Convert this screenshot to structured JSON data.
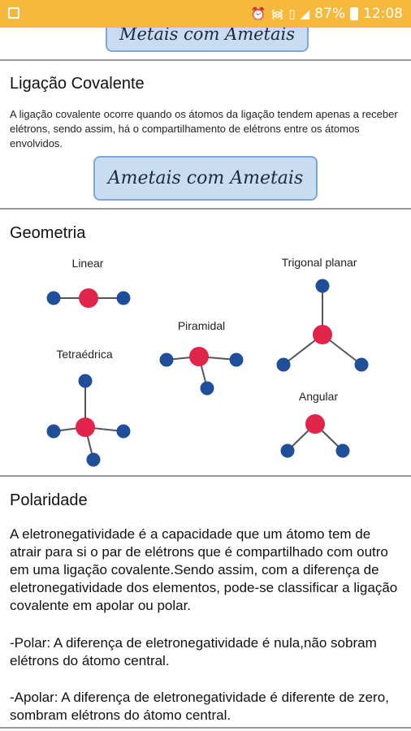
{
  "status_bar": {
    "battery": "87%",
    "time": "12:08"
  },
  "top_button": {
    "label": "Metais com Ametais"
  },
  "covalente": {
    "title": "Ligação Covalente",
    "text": "A ligação covalente ocorre quando os átomos da ligação tendem apenas a receber elétrons, sendo assim, há o compartilhamento de elétrons entre os átomos envolvidos.",
    "button_label": "Ametais com Ametais"
  },
  "geometria": {
    "title": "Geometria",
    "labels": {
      "linear": "Linear",
      "trigonal": "Trigonal planar",
      "piramidal": "Piramidal",
      "tetraedrica": "Tetraédrica",
      "angular": "Angular"
    },
    "colors": {
      "central_atom": "#e0244a",
      "outer_atom": "#1f4e9a",
      "bond": "#555555"
    }
  },
  "polaridade": {
    "title": "Polaridade",
    "p1": "A eletronegatividade é a capacidade que um átomo tem de atrair para si o par de elétrons que é compartilhado com outro em uma ligação covalente.Sendo assim, com a diferença de eletronegatividade dos elementos, pode-se classificar a ligação covalente em apolar ou polar.",
    "p2": "-Polar: A diferença de eletronegatividade é nula,não sobram elétrons do átomo central.",
    "p3": "-Apolar: A diferença de eletronegatividade é diferente de zero, sombram elétrons do átomo central."
  }
}
